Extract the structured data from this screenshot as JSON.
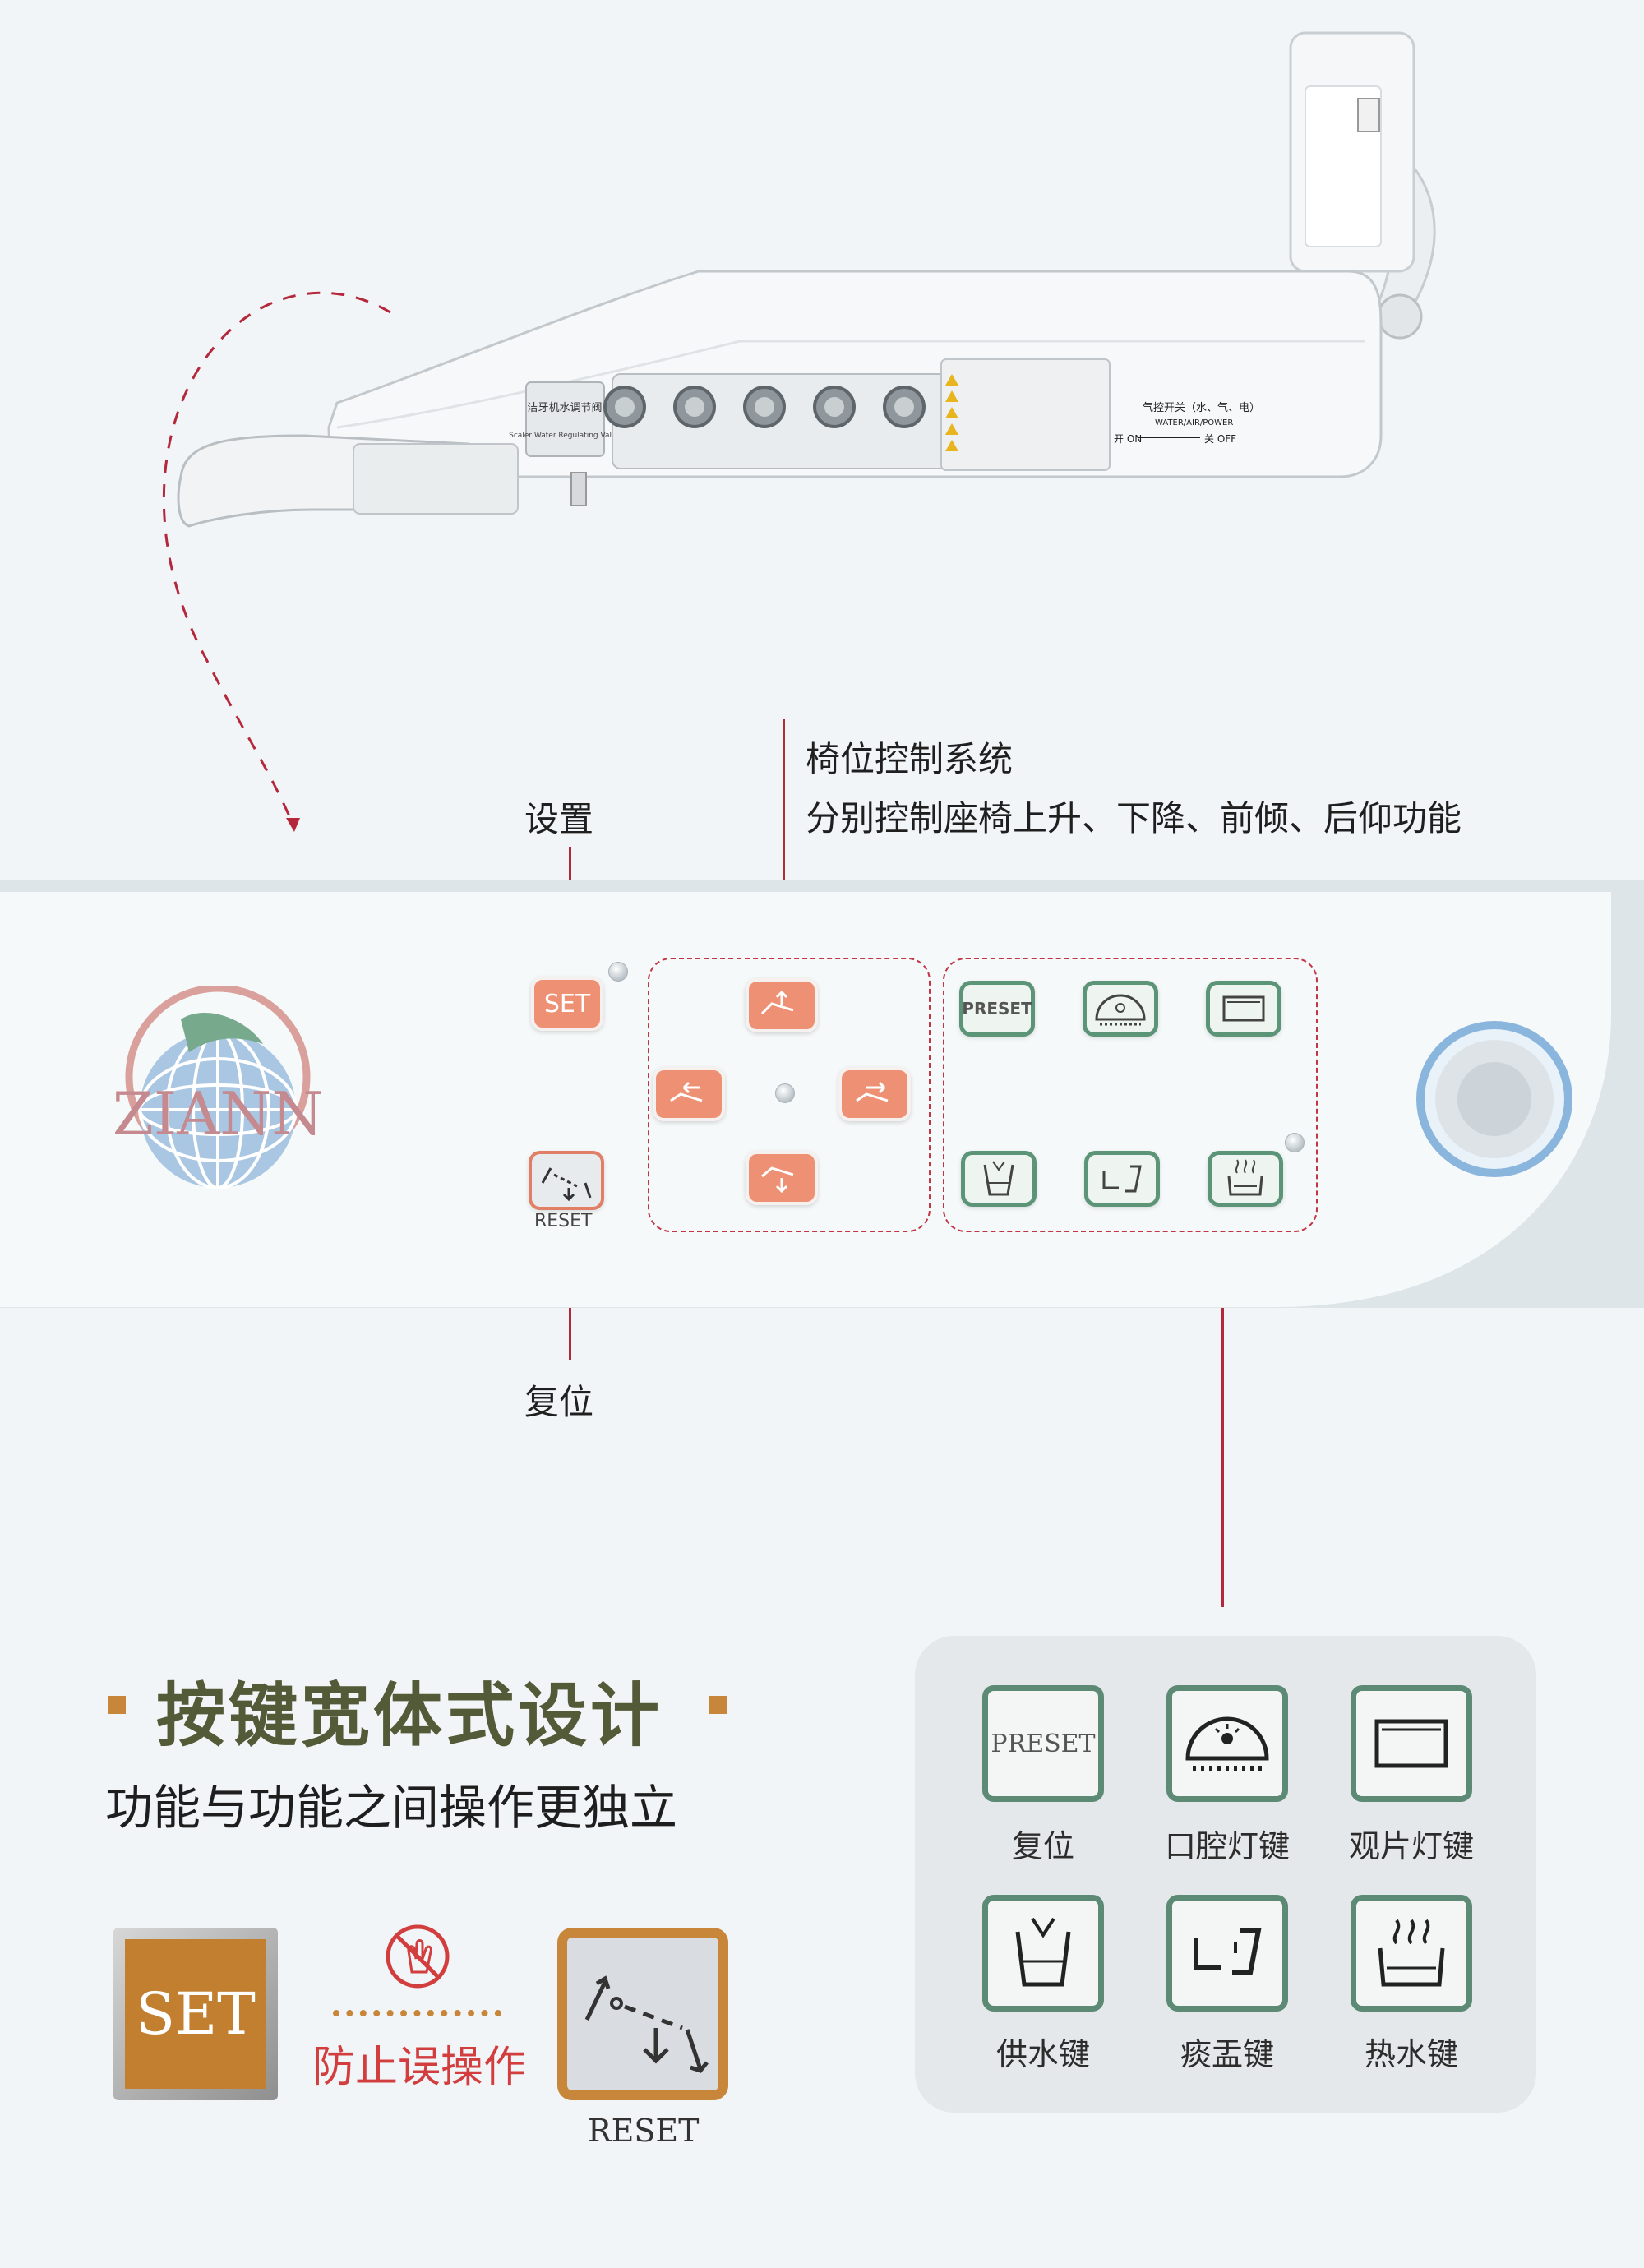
{
  "device": {
    "scaler_valve_cn": "洁牙机水调节阀",
    "scaler_valve_en": "Scaler Water Regulating Valve",
    "switch_title": "气控开关（水、气、电）",
    "switch_subtitle": "WATER/AIR/POWER",
    "switch_on": "开 ON",
    "switch_off": "关 OFF"
  },
  "callouts": {
    "set": "设置",
    "reset": "复位",
    "chair_title": "椅位控制系统",
    "chair_desc": "分别控制座椅上升、下降、前倾、后仰功能"
  },
  "panel": {
    "logo_text": "ZIANN",
    "set_label": "SET",
    "reset_label": "RESET",
    "preset_label": "PRESET"
  },
  "section": {
    "title": "按键宽体式设计",
    "subtitle": "功能与功能之间操作更独立",
    "set_label": "SET",
    "anti_text": "防止误操作",
    "reset_label": "RESET"
  },
  "legend": {
    "preset_text": "PRESET",
    "items": [
      {
        "label": "复位",
        "icon": "preset-icon"
      },
      {
        "label": "口腔灯键",
        "icon": "oral-lamp-icon"
      },
      {
        "label": "观片灯键",
        "icon": "film-viewer-icon"
      },
      {
        "label": "供水键",
        "icon": "cup-water-icon"
      },
      {
        "label": "痰盂键",
        "icon": "spittoon-icon"
      },
      {
        "label": "热水键",
        "icon": "hot-water-icon"
      }
    ]
  },
  "colors": {
    "accent_red": "#b5273a",
    "accent_gold": "#c8863a",
    "title_olive": "#535a37",
    "key_orange": "#ee9073",
    "key_green": "#5c9478"
  }
}
